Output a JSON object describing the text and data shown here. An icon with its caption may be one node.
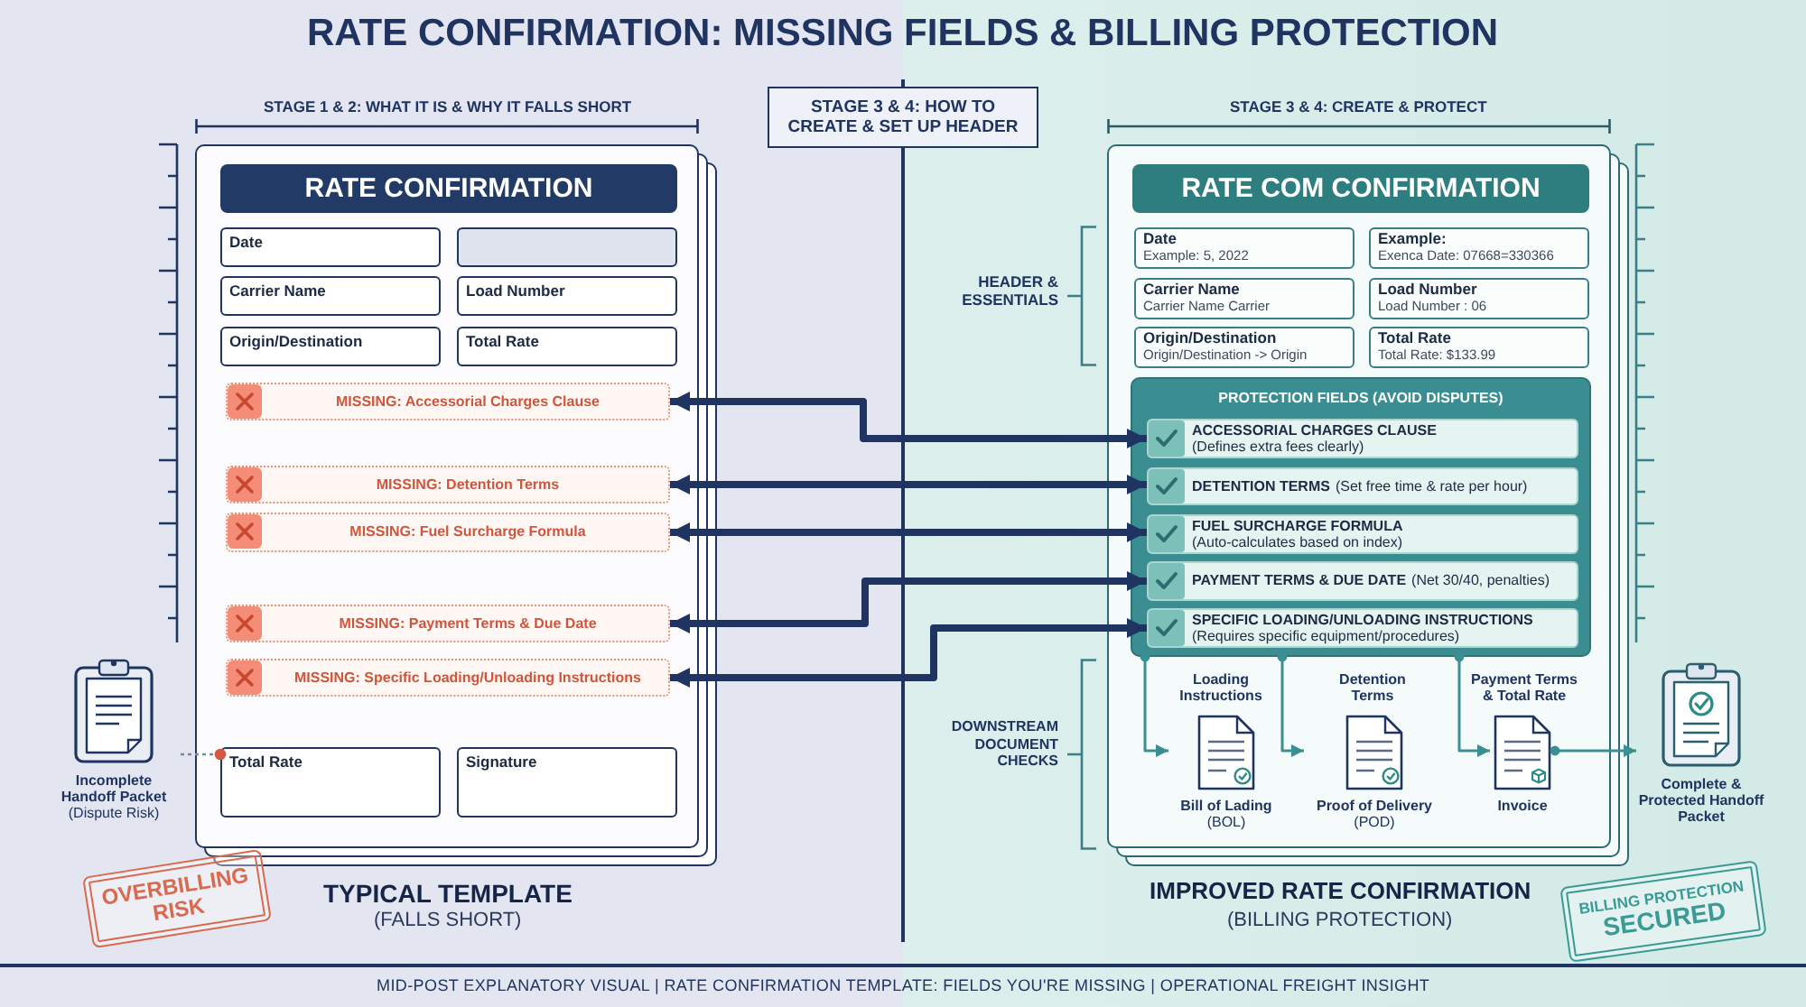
{
  "diagram": {
    "title": "RATE CONFIRMATION: MISSING FIELDS & BILLING PROTECTION",
    "caption": "MID-POST EXPLANATORY VISUAL | RATE CONFIRMATION TEMPLATE: FIELDS YOU'RE MISSING | OPERATIONAL FREIGHT INSIGHT",
    "nodes": [
      {
        "text": [
          "RATE CONFIRMATION"
        ],
        "beside": [
          "TYPICAL TEMPLATE",
          "(FALLS SHORT)"
        ]
      },
      {
        "text": [
          "Date"
        ],
        "in": 0
      },
      {
        "text": [],
        "shape": "box",
        "in": 0
      },
      {
        "text": [
          "Carrier Name"
        ],
        "in": 0
      },
      {
        "text": [
          "Load Number"
        ],
        "in": 0
      },
      {
        "text": [
          "Origin/Destination"
        ],
        "in": 0
      },
      {
        "text": [
          "Total Rate"
        ],
        "in": 0
      },
      {
        "text": [
          "MISSING: Accessorial Charges Clause"
        ],
        "in": 0
      },
      {
        "text": [
          "MISSING: Detention Terms"
        ],
        "in": 0
      },
      {
        "text": [
          "MISSING: Fuel Surcharge Formula"
        ],
        "in": 0
      },
      {
        "text": [
          "MISSING: Payment Terms & Due Date"
        ],
        "in": 0
      },
      {
        "text": [
          "MISSING: Specific Loading/Unloading Instructions"
        ],
        "in": 0
      },
      {
        "text": [
          "Total Rate"
        ],
        "in": 0
      },
      {
        "text": [
          "Signature"
        ],
        "in": 0
      },
      {
        "text": [
          "Incomplete Handoff Packet",
          "(Dispute Risk)"
        ]
      },
      {
        "text": [
          "OVERBILLING RISK"
        ]
      },
      {
        "text": [
          "STAGE 3 & 4: HOW TO CREATE & SET UP HEADER"
        ]
      },
      {
        "text": [
          "RATE COM CONFIRMATION"
        ],
        "beside": [
          "IMPROVED RATE CONFIRMATION",
          "(BILLING PROTECTION)"
        ]
      },
      {
        "text": [
          "Date",
          "Example: 5, 2022"
        ],
        "in": 17
      },
      {
        "text": [
          "Example:",
          "Exenca Date: 07668=330366"
        ],
        "in": 17
      },
      {
        "text": [
          "Carrier Name",
          "Carrier Name Carrier"
        ],
        "in": 17
      },
      {
        "text": [
          "Load Number",
          "Load Number : 06"
        ],
        "in": 17
      },
      {
        "text": [
          "Origin/Destination",
          "Origin/Destination -> Origin"
        ],
        "in": 17
      },
      {
        "text": [
          "Total Rate",
          "Total Rate: $133.99"
        ],
        "in": 17
      },
      {
        "text": [
          "PROTECTION FIELDS (AVOID DISPUTES)"
        ],
        "in": 17
      },
      {
        "text": [
          "ACCESSORIAL CHARGES CLAUSE",
          "(Defines extra fees clearly)"
        ],
        "in": 24
      },
      {
        "text": [
          "DETENTION TERMS",
          "(Set free time & rate per hour)"
        ],
        "in": 24
      },
      {
        "text": [
          "FUEL SURCHARGE FORMULA",
          "(Auto-calculates based on index)"
        ],
        "in": 24
      },
      {
        "text": [
          "PAYMENT TERMS & DUE DATE",
          "(Net 30/40, penalties)"
        ],
        "in": 24
      },
      {
        "text": [
          "SPECIFIC LOADING/UNLOADING INSTRUCTIONS",
          "(Requires specific equipment/procedures)"
        ],
        "in": 24
      },
      {
        "text": [
          "Bill of Lading",
          "(BOL)"
        ],
        "in": 17
      },
      {
        "text": [
          "Proof of Delivery",
          "(POD)"
        ],
        "in": 17
      },
      {
        "text": [
          "Invoice"
        ],
        "in": 17
      },
      {
        "text": [
          "Complete & Protected Handoff Packet"
        ]
      },
      {
        "text": [
          "BILLING PROTECTION",
          "SECURED"
        ]
      }
    ],
    "edges": [
      {
        "from": 7,
        "to": 25,
        "arrow": "both",
        "style": "thick"
      },
      {
        "from": 8,
        "to": 26,
        "arrow": "both",
        "style": "thick"
      },
      {
        "from": 9,
        "to": 27,
        "arrow": "both",
        "style": "thick"
      },
      {
        "from": 10,
        "to": 28,
        "arrow": "both",
        "style": "thick"
      },
      {
        "from": 11,
        "to": 29,
        "arrow": "both",
        "style": "thick"
      },
      {
        "from": 14,
        "to": 12,
        "arrow": "other",
        "style": "dashed",
        "color": "#7d88a3"
      },
      {
        "from": 24,
        "to": 30,
        "arrow": "to",
        "label": "Loading Instructions",
        "color": "#3a8f92"
      },
      {
        "from": 24,
        "to": 31,
        "arrow": "to",
        "label": "Detention Terms",
        "color": "#3a8f92"
      },
      {
        "from": 24,
        "to": 32,
        "arrow": "to",
        "label": "Payment Terms & Total Rate",
        "color": "#3a8f92"
      },
      {
        "from": 32,
        "to": 33,
        "arrow": "to",
        "color": "#3a8f92"
      }
    ],
    "labels": [
      "STAGE 1 & 2: WHAT IT IS & WHY IT FALLS SHORT",
      "STAGE 3 & 4: CREATE & PROTECT",
      "HEADER & ESSENTIALS",
      "DOWNSTREAM DOCUMENT CHECKS"
    ]
  }
}
